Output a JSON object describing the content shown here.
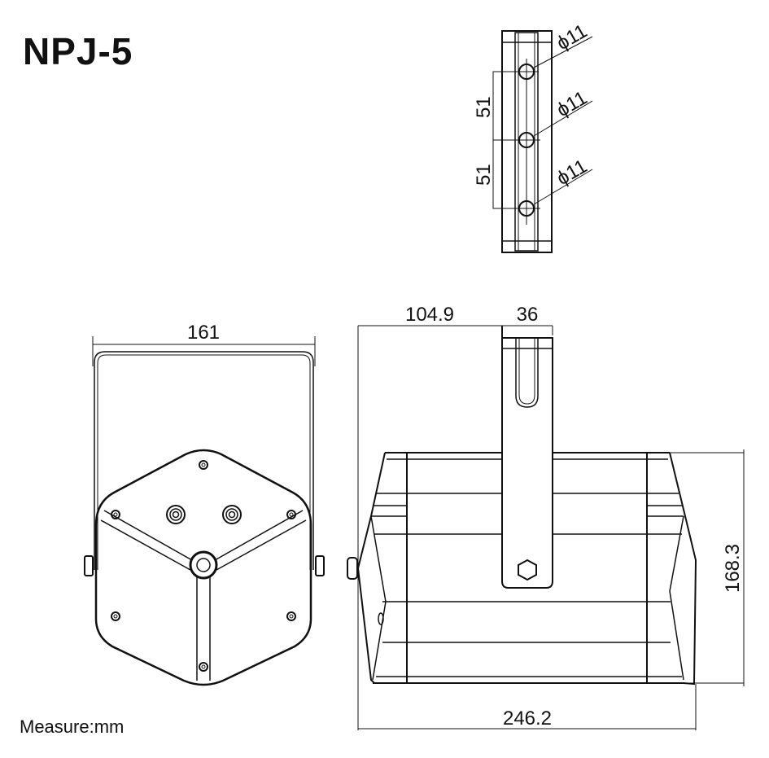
{
  "title": "NPJ-5",
  "footer": "Measure:mm",
  "bracket_detail": {
    "hole_diameter_labels": [
      "ϕ11",
      "ϕ11",
      "ϕ11"
    ],
    "spacing_labels": [
      "51",
      "51"
    ]
  },
  "front_view": {
    "width_label": "161"
  },
  "side_view": {
    "offset_label": "104.9",
    "bracket_width_label": "36",
    "height_label": "168.3",
    "length_label": "246.2"
  },
  "colors": {
    "line": "#111111",
    "background": "#ffffff"
  }
}
